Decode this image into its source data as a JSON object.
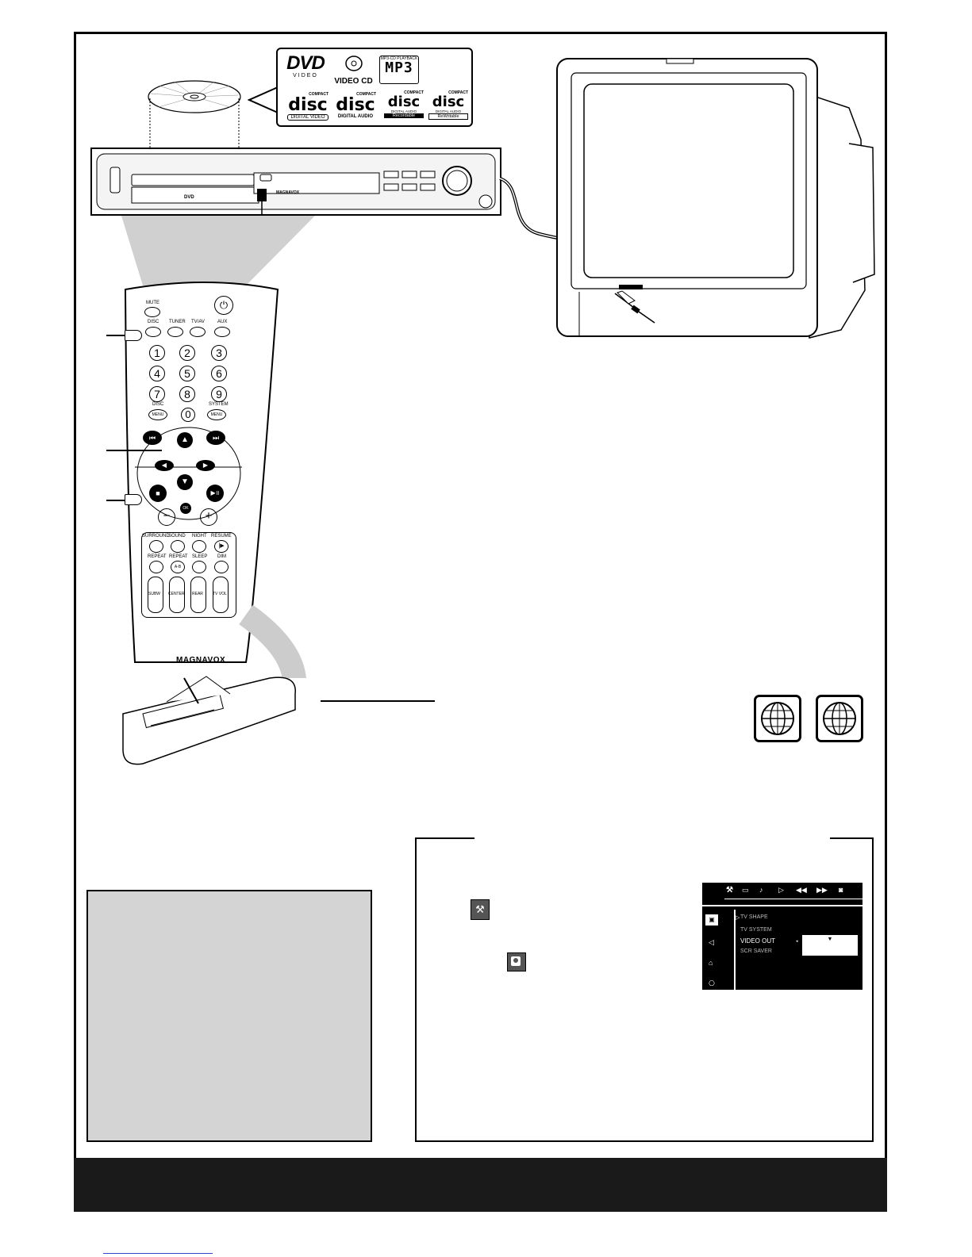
{
  "logos": {
    "dvd": "DVD",
    "dvd_sub": "VIDEO",
    "vcd": "VIDEO CD",
    "mp3_header": "MP3-CD PLAYBACK",
    "mp3": "MP3",
    "disc_word": "disc",
    "compact": "COMPACT",
    "disc1_sub": "DIGITAL VIDEO",
    "disc2_sub": "DIGITAL AUDIO",
    "disc3_top": "DIGITAL AUDIO",
    "disc3_sub": "Recordable",
    "disc4_top": "DIGITAL AUDIO",
    "disc4_sub": "ReWritable"
  },
  "player": {
    "brand": "MAGNAVOX",
    "tray_logo": "DVD"
  },
  "remote": {
    "brand": "MAGNAVOX",
    "mute": "MUTE",
    "sources": [
      "DISC",
      "TUNER",
      "TV/AV",
      "AUX"
    ],
    "digits": [
      "1",
      "2",
      "3",
      "4",
      "5",
      "6",
      "7",
      "8",
      "9",
      "0"
    ],
    "disc_menu_top": "DISC",
    "system_menu_top": "SYSTEM",
    "menu": "MENU",
    "ok": "OK",
    "row_a": [
      "SURROUND",
      "SOUND",
      "NIGHT",
      "RESUME"
    ],
    "row_b": [
      "REPEAT",
      "REPEAT",
      "SLEEP",
      "DIM"
    ],
    "ab": "A-B",
    "row_c": [
      "SUBW",
      "CENTER",
      "REAR",
      "TV VOL"
    ]
  },
  "osd": {
    "items": [
      "TV SHAPE",
      "TV SYSTEM",
      "VIDEO OUT",
      "SCR SAVER"
    ]
  }
}
